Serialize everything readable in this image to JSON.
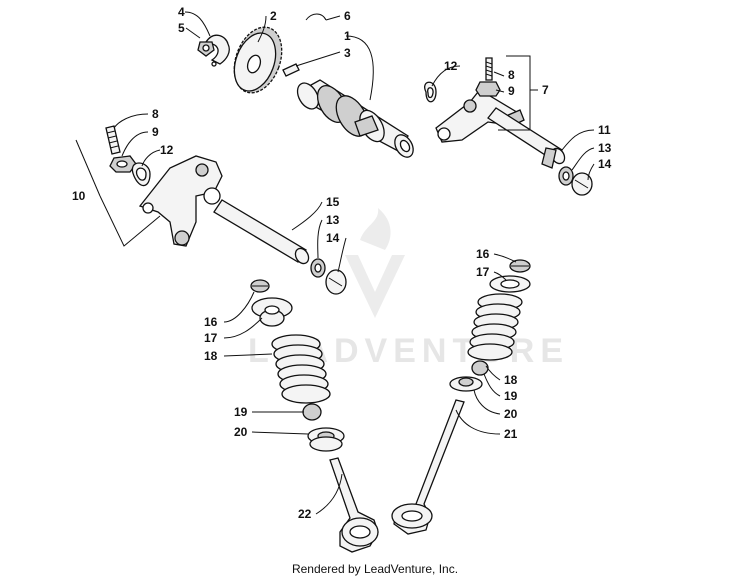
{
  "watermark": {
    "brand_text": "LEADVENTURE"
  },
  "footer": {
    "credit": "Rendered by LeadVenture, Inc."
  },
  "callouts": {
    "n1": "1",
    "n2": "2",
    "n3": "3",
    "n4": "4",
    "n5": "5",
    "n6": "6",
    "n7": "7",
    "n8a": "8",
    "n9a": "9",
    "n12a": "12",
    "n8b": "8",
    "n9b": "9",
    "n10": "10",
    "n12b": "12",
    "n11": "11",
    "n13a": "13",
    "n14a": "14",
    "n15": "15",
    "n13b": "13",
    "n14b": "14",
    "n16a": "16",
    "n17a": "17",
    "n18a": "18",
    "n19a": "19",
    "n20a": "20",
    "n22": "22",
    "n16b": "16",
    "n17b": "17",
    "n18b": "18",
    "n19b": "19",
    "n20b": "20",
    "n21": "21"
  }
}
